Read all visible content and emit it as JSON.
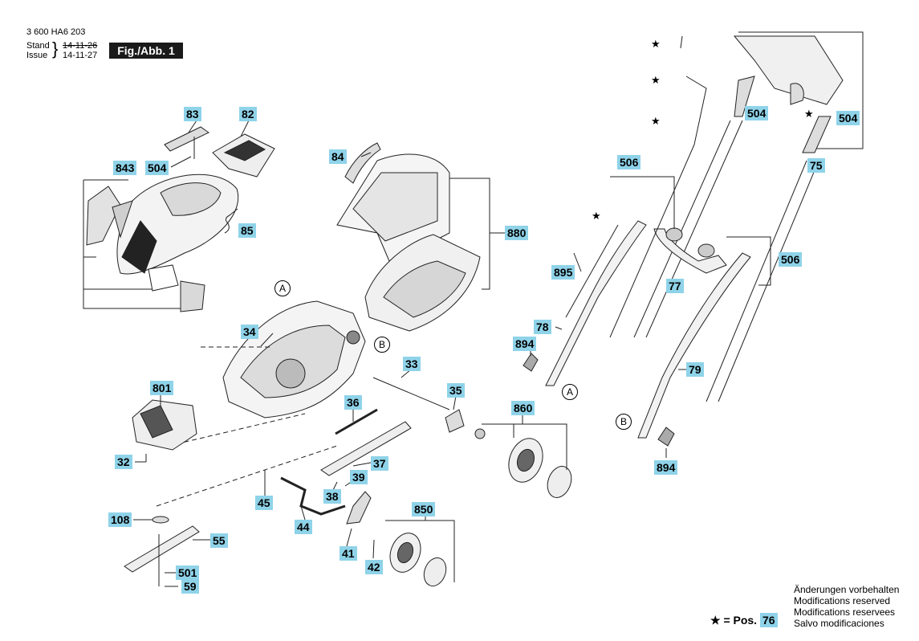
{
  "header": {
    "doc_number": "3 600 HA6 203",
    "stand_label": "Stand",
    "stand_date": "14-11-26",
    "issue_label": "Issue",
    "issue_date": "14-11-27",
    "figure_label": "Fig./Abb. 1"
  },
  "callouts": {
    "p83": "83",
    "p82": "82",
    "p843": "843",
    "p504a": "504",
    "p85": "85",
    "p84": "84",
    "p880": "880",
    "p506a": "506",
    "p504b": "504",
    "p504c": "504",
    "p75": "75",
    "p895": "895",
    "p77": "77",
    "p506b": "506",
    "p78": "78",
    "p894a": "894",
    "p79": "79",
    "p894b": "894",
    "p34": "34",
    "p33": "33",
    "p35": "35",
    "p801": "801",
    "p36": "36",
    "p860": "860",
    "p32": "32",
    "p37": "37",
    "p39": "39",
    "p38": "38",
    "p45": "45",
    "p850": "850",
    "p108": "108",
    "p44": "44",
    "p55": "55",
    "p41": "41",
    "p42": "42",
    "p501": "501",
    "p59": "59",
    "p76": "76"
  },
  "refs": {
    "a1": "A",
    "b1": "B",
    "a2": "A",
    "b2": "B"
  },
  "star_marker": "★ = Pos.",
  "notes": [
    "Änderungen vorbehalten",
    "Modifications reserved",
    "Modifications reservees",
    "Salvo modificaciones"
  ],
  "colors": {
    "callout_bg": "#8fd3e9",
    "figure_bg": "#1a1a1a"
  }
}
